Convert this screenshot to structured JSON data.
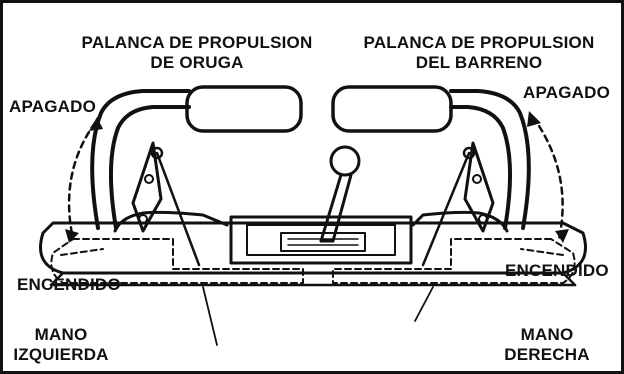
{
  "labels": {
    "track_lever_line1": "PALANCA DE PROPULSION",
    "track_lever_line2": "DE ORUGA",
    "auger_lever_line1": "PALANCA DE PROPULSION",
    "auger_lever_line2": "DEL BARRENO",
    "off_left": "APAGADO",
    "off_right": "APAGADO",
    "on_left": "ENCENDIDO",
    "on_right": "ENCENDIDO",
    "left_hand_line1": "MANO",
    "left_hand_line2": "IZQUIERDA",
    "right_hand_line1": "MANO",
    "right_hand_line2": "DERECHA"
  },
  "colors": {
    "ink": "#111111",
    "paper": "#ffffff"
  }
}
